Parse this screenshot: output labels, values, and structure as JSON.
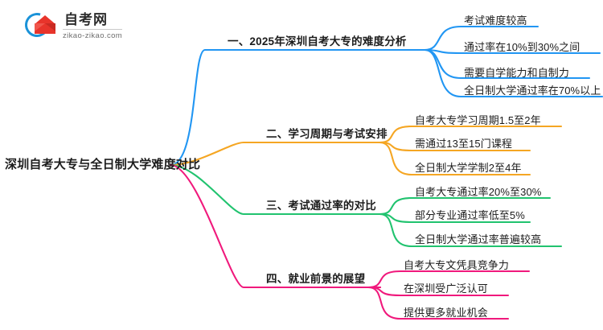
{
  "logo": {
    "title": "自考网",
    "domain": "zikao-zikao.com",
    "mark_icon": "graduation-cap-icon",
    "ring_color": "#1a92d8",
    "cap_color": "#e8342b"
  },
  "mindmap": {
    "root": {
      "label": "深圳自考大专与全日制大学难度对比"
    },
    "branches": [
      {
        "id": "difficulty-analysis",
        "label": "一、2025年深圳自考大专的难度分析",
        "color": "#2196f3",
        "leaves": [
          {
            "label": "考试难度较高"
          },
          {
            "label": "通过率在10%到30%之间"
          },
          {
            "label": "需要自学能力和自制力"
          },
          {
            "label": "全日制大学通过率在70%以上"
          }
        ]
      },
      {
        "id": "study-cycle",
        "label": "二、学习周期与考试安排",
        "color": "#f5a623",
        "leaves": [
          {
            "label": "自考大专学习周期1.5至2年"
          },
          {
            "label": "需通过13至15门课程"
          },
          {
            "label": "全日制大学学制2至4年"
          }
        ]
      },
      {
        "id": "pass-rate-comparison",
        "label": "三、考试通过率的对比",
        "color": "#21c36f",
        "leaves": [
          {
            "label": "自考大专通过率20%至30%"
          },
          {
            "label": "部分专业通过率低至5%"
          },
          {
            "label": "全日制大学通过率普遍较高"
          }
        ]
      },
      {
        "id": "employment-outlook",
        "label": "四、就业前景的展望",
        "color": "#f0197c",
        "leaves": [
          {
            "label": "自考大专文凭具竞争力"
          },
          {
            "label": "在深圳受广泛认可"
          },
          {
            "label": "提供更多就业机会"
          }
        ]
      }
    ]
  }
}
